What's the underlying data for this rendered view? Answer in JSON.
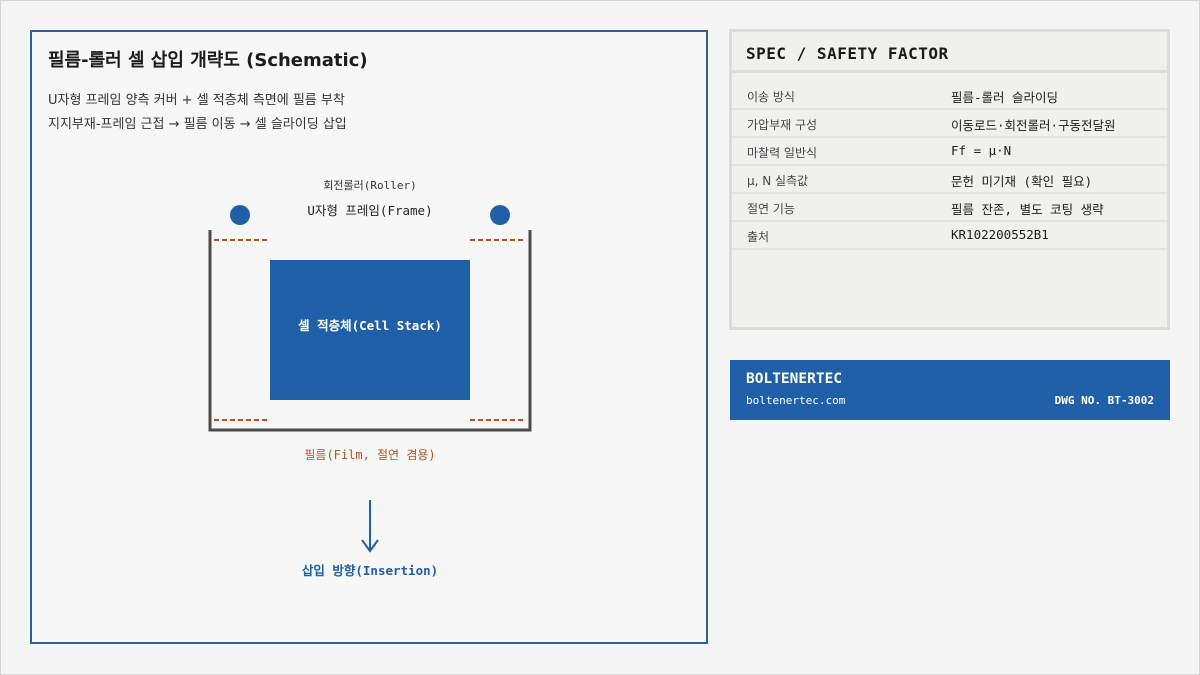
{
  "diagram": {
    "title": "필름-롤러 셀 삽입 개략도 (Schematic)",
    "description_lines": [
      "U자형 프레임 양측 커버 + 셀 적층체 측면에 필름 부착",
      "지지부재-프레임 근접 → 필름 이동 → 셀 슬라이딩 삽입"
    ],
    "roller_label": "회전롤러(Roller)",
    "frame_label": "U자형 프레임(Frame)",
    "cell_stack_label": "셀 적층체(Cell Stack)",
    "film_label": "필름(Film, 절연 겸용)",
    "insertion_label": "삽입 방향(Insertion)",
    "colors": {
      "accent_blue": "#2060a8",
      "film_orange": "#b5531f",
      "frame_gray": "#4a4a4a"
    }
  },
  "spec": {
    "title": "SPEC / SAFETY FACTOR",
    "rows": [
      {
        "key": "이송 방식",
        "value": "필름-롤러 슬라이딩"
      },
      {
        "key": "가압부재 구성",
        "value": "이동로드·회전롤러·구동전달원"
      },
      {
        "key": "마찰력 일반식",
        "value": "Ff = μ·N"
      },
      {
        "key": "μ, N 실측값",
        "value": "문헌 미기재 (확인 필요)"
      },
      {
        "key": "절연 기능",
        "value": "필름 잔존, 별도 코팅 생략"
      },
      {
        "key": "출처",
        "value": "KR102200552B1"
      }
    ]
  },
  "brand": {
    "name": "BOLTENERTEC",
    "url": "boltenertec.com",
    "drawing_number": "DWG NO. BT-3002"
  }
}
